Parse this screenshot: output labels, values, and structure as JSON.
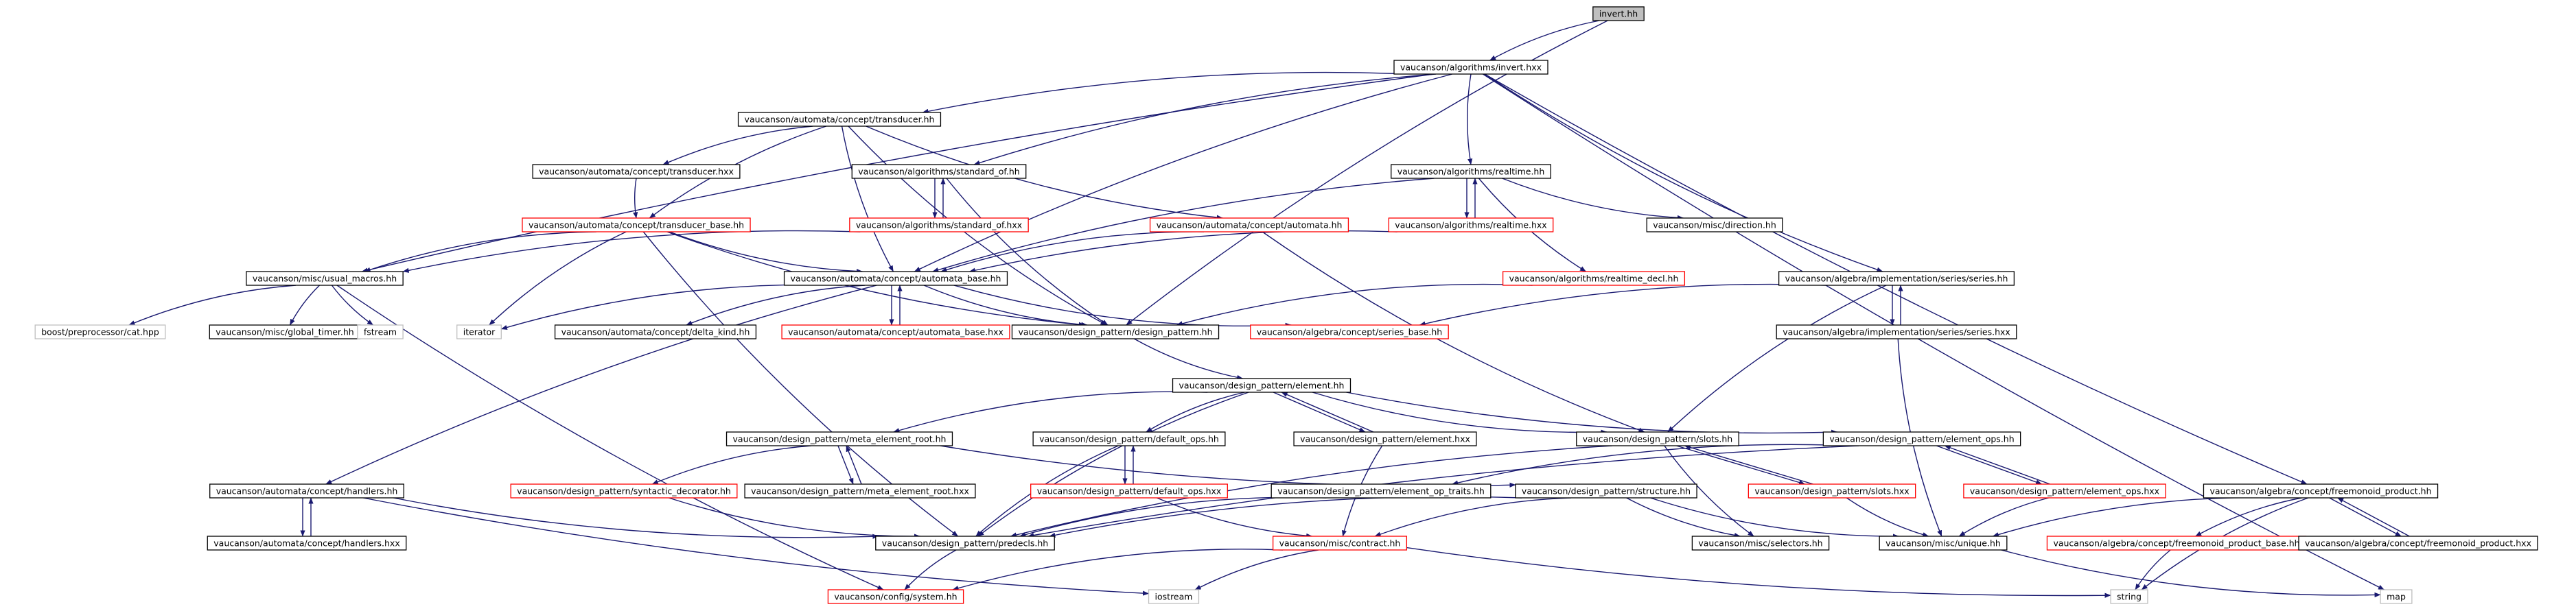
{
  "colors": {
    "edge": "#191970",
    "root_fill": "#bfbfbf",
    "border_normal": "#000000",
    "border_missing": "#ff0000",
    "border_system": "#bfbfbf"
  },
  "nodes": [
    {
      "id": "n_invert_hh",
      "label": "invert.hh",
      "kind": "root"
    },
    {
      "id": "n_alg_invert_hxx",
      "label": "vaucanson/algorithms/invert.hxx",
      "kind": "normal"
    },
    {
      "id": "n_transducer_hh",
      "label": "vaucanson/automata/concept/transducer.hh",
      "kind": "normal"
    },
    {
      "id": "n_transducer_hxx",
      "label": "vaucanson/automata/concept/transducer.hxx",
      "kind": "normal"
    },
    {
      "id": "n_standard_of_hh",
      "label": "vaucanson/algorithms/standard_of.hh",
      "kind": "normal"
    },
    {
      "id": "n_standard_of_hxx",
      "label": "vaucanson/algorithms/standard_of.hxx",
      "kind": "missing"
    },
    {
      "id": "n_transducer_base_hh",
      "label": "vaucanson/automata/concept/transducer_base.hh",
      "kind": "missing"
    },
    {
      "id": "n_automata_hh",
      "label": "vaucanson/automata/concept/automata.hh",
      "kind": "missing"
    },
    {
      "id": "n_realtime_hh",
      "label": "vaucanson/algorithms/realtime.hh",
      "kind": "normal"
    },
    {
      "id": "n_realtime_hxx",
      "label": "vaucanson/algorithms/realtime.hxx",
      "kind": "missing"
    },
    {
      "id": "n_direction_hh",
      "label": "vaucanson/misc/direction.hh",
      "kind": "normal"
    },
    {
      "id": "n_realtime_decl_hh",
      "label": "vaucanson/algorithms/realtime_decl.hh",
      "kind": "missing"
    },
    {
      "id": "n_usual_macros_hh",
      "label": "vaucanson/misc/usual_macros.hh",
      "kind": "normal"
    },
    {
      "id": "n_automata_base_hh",
      "label": "vaucanson/automata/concept/automata_base.hh",
      "kind": "normal"
    },
    {
      "id": "n_series_hh",
      "label": "vaucanson/algebra/implementation/series/series.hh",
      "kind": "normal"
    },
    {
      "id": "n_series_hxx",
      "label": "vaucanson/algebra/implementation/series/series.hxx",
      "kind": "normal"
    },
    {
      "id": "n_boost_cat",
      "label": "boost/preprocessor/cat.hpp",
      "kind": "system"
    },
    {
      "id": "n_global_timer_hh",
      "label": "vaucanson/misc/global_timer.hh",
      "kind": "normal"
    },
    {
      "id": "n_fstream",
      "label": "fstream",
      "kind": "system"
    },
    {
      "id": "n_iterator",
      "label": "iterator",
      "kind": "system"
    },
    {
      "id": "n_delta_kind_hh",
      "label": "vaucanson/automata/concept/delta_kind.hh",
      "kind": "normal"
    },
    {
      "id": "n_automata_base_hxx",
      "label": "vaucanson/automata/concept/automata_base.hxx",
      "kind": "missing"
    },
    {
      "id": "n_design_pattern_hh",
      "label": "vaucanson/design_pattern/design_pattern.hh",
      "kind": "normal"
    },
    {
      "id": "n_series_base_hh",
      "label": "vaucanson/algebra/concept/series_base.hh",
      "kind": "missing"
    },
    {
      "id": "n_element_hh",
      "label": "vaucanson/design_pattern/element.hh",
      "kind": "normal"
    },
    {
      "id": "n_meta_element_root_hh",
      "label": "vaucanson/design_pattern/meta_element_root.hh",
      "kind": "normal"
    },
    {
      "id": "n_default_ops_hh",
      "label": "vaucanson/design_pattern/default_ops.hh",
      "kind": "normal"
    },
    {
      "id": "n_element_hxx",
      "label": "vaucanson/design_pattern/element.hxx",
      "kind": "normal"
    },
    {
      "id": "n_slots_hh",
      "label": "vaucanson/design_pattern/slots.hh",
      "kind": "normal"
    },
    {
      "id": "n_element_ops_hh",
      "label": "vaucanson/design_pattern/element_ops.hh",
      "kind": "normal"
    },
    {
      "id": "n_freemonoid_product_hh",
      "label": "vaucanson/algebra/concept/freemonoid_product.hh",
      "kind": "normal"
    },
    {
      "id": "n_syntactic_decorator_hh",
      "label": "vaucanson/design_pattern/syntactic_decorator.hh",
      "kind": "missing"
    },
    {
      "id": "n_meta_element_root_hxx",
      "label": "vaucanson/design_pattern/meta_element_root.hxx",
      "kind": "normal"
    },
    {
      "id": "n_default_ops_hxx",
      "label": "vaucanson/design_pattern/default_ops.hxx",
      "kind": "missing"
    },
    {
      "id": "n_element_op_traits_hh",
      "label": "vaucanson/design_pattern/element_op_traits.hh",
      "kind": "normal"
    },
    {
      "id": "n_structure_hh",
      "label": "vaucanson/design_pattern/structure.hh",
      "kind": "normal"
    },
    {
      "id": "n_slots_hxx",
      "label": "vaucanson/design_pattern/slots.hxx",
      "kind": "missing"
    },
    {
      "id": "n_element_ops_hxx",
      "label": "vaucanson/design_pattern/element_ops.hxx",
      "kind": "missing"
    },
    {
      "id": "n_handlers_hh",
      "label": "vaucanson/automata/concept/handlers.hh",
      "kind": "normal"
    },
    {
      "id": "n_handlers_hxx",
      "label": "vaucanson/automata/concept/handlers.hxx",
      "kind": "normal"
    },
    {
      "id": "n_predecls_hh",
      "label": "vaucanson/design_pattern/predecls.hh",
      "kind": "normal"
    },
    {
      "id": "n_contract_hh",
      "label": "vaucanson/misc/contract.hh",
      "kind": "missing"
    },
    {
      "id": "n_selectors_hh",
      "label": "vaucanson/misc/selectors.hh",
      "kind": "normal"
    },
    {
      "id": "n_unique_hh",
      "label": "vaucanson/misc/unique.hh",
      "kind": "normal"
    },
    {
      "id": "n_freemonoid_product_base_hh",
      "label": "vaucanson/algebra/concept/freemonoid_product_base.hh",
      "kind": "missing"
    },
    {
      "id": "n_freemonoid_product_hxx",
      "label": "vaucanson/algebra/concept/freemonoid_product.hxx",
      "kind": "normal"
    },
    {
      "id": "n_system_hh",
      "label": "vaucanson/config/system.hh",
      "kind": "missing"
    },
    {
      "id": "n_iostream",
      "label": "iostream",
      "kind": "system"
    },
    {
      "id": "n_string",
      "label": "string",
      "kind": "system"
    },
    {
      "id": "n_map",
      "label": "map",
      "kind": "system"
    }
  ],
  "edges": [
    [
      "n_invert_hh",
      "n_alg_invert_hxx"
    ],
    [
      "n_invert_hh",
      "n_design_pattern_hh"
    ],
    [
      "n_alg_invert_hxx",
      "n_transducer_hh"
    ],
    [
      "n_alg_invert_hxx",
      "n_standard_of_hh"
    ],
    [
      "n_alg_invert_hxx",
      "n_realtime_hh"
    ],
    [
      "n_alg_invert_hxx",
      "n_usual_macros_hh"
    ],
    [
      "n_alg_invert_hxx",
      "n_automata_base_hh"
    ],
    [
      "n_alg_invert_hxx",
      "n_series_hh"
    ],
    [
      "n_alg_invert_hxx",
      "n_freemonoid_product_hh"
    ],
    [
      "n_alg_invert_hxx",
      "n_map"
    ],
    [
      "n_transducer_hh",
      "n_transducer_hxx"
    ],
    [
      "n_transducer_hh",
      "n_transducer_base_hh"
    ],
    [
      "n_transducer_hh",
      "n_automata_hh"
    ],
    [
      "n_transducer_hh",
      "n_automata_base_hh"
    ],
    [
      "n_transducer_hh",
      "n_design_pattern_hh"
    ],
    [
      "n_transducer_hxx",
      "n_transducer_base_hh"
    ],
    [
      "n_standard_of_hh",
      "n_standard_of_hxx"
    ],
    [
      "n_standard_of_hh",
      "n_design_pattern_hh"
    ],
    [
      "n_standard_of_hxx",
      "n_standard_of_hh"
    ],
    [
      "n_standard_of_hxx",
      "n_usual_macros_hh"
    ],
    [
      "n_transducer_base_hh",
      "n_usual_macros_hh"
    ],
    [
      "n_transducer_base_hh",
      "n_automata_base_hh"
    ],
    [
      "n_transducer_base_hh",
      "n_iterator"
    ],
    [
      "n_transducer_base_hh",
      "n_design_pattern_hh"
    ],
    [
      "n_transducer_base_hh",
      "n_predecls_hh"
    ],
    [
      "n_automata_hh",
      "n_automata_base_hh"
    ],
    [
      "n_automata_hh",
      "n_slots_hh"
    ],
    [
      "n_realtime_hh",
      "n_realtime_hxx"
    ],
    [
      "n_realtime_hh",
      "n_direction_hh"
    ],
    [
      "n_realtime_hh",
      "n_realtime_decl_hh"
    ],
    [
      "n_realtime_hh",
      "n_automata_base_hh"
    ],
    [
      "n_realtime_hxx",
      "n_realtime_hh"
    ],
    [
      "n_realtime_hxx",
      "n_automata_base_hh"
    ],
    [
      "n_realtime_decl_hh",
      "n_design_pattern_hh"
    ],
    [
      "n_usual_macros_hh",
      "n_boost_cat"
    ],
    [
      "n_usual_macros_hh",
      "n_global_timer_hh"
    ],
    [
      "n_usual_macros_hh",
      "n_fstream"
    ],
    [
      "n_usual_macros_hh",
      "n_system_hh"
    ],
    [
      "n_automata_base_hh",
      "n_iterator"
    ],
    [
      "n_automata_base_hh",
      "n_delta_kind_hh"
    ],
    [
      "n_automata_base_hh",
      "n_automata_base_hxx"
    ],
    [
      "n_automata_base_hh",
      "n_design_pattern_hh"
    ],
    [
      "n_automata_base_hh",
      "n_series_base_hh"
    ],
    [
      "n_automata_base_hh",
      "n_handlers_hh"
    ],
    [
      "n_automata_base_hxx",
      "n_automata_base_hh"
    ],
    [
      "n_series_hh",
      "n_series_hxx"
    ],
    [
      "n_series_hh",
      "n_series_base_hh"
    ],
    [
      "n_series_hh",
      "n_slots_hh"
    ],
    [
      "n_series_hxx",
      "n_series_hh"
    ],
    [
      "n_series_hxx",
      "n_unique_hh"
    ],
    [
      "n_design_pattern_hh",
      "n_element_hh"
    ],
    [
      "n_element_hh",
      "n_meta_element_root_hh"
    ],
    [
      "n_element_hh",
      "n_default_ops_hh"
    ],
    [
      "n_element_hh",
      "n_element_hxx"
    ],
    [
      "n_element_hh",
      "n_slots_hh"
    ],
    [
      "n_element_hh",
      "n_element_ops_hh"
    ],
    [
      "n_element_hh",
      "n_predecls_hh"
    ],
    [
      "n_element_hxx",
      "n_element_hh"
    ],
    [
      "n_element_hxx",
      "n_contract_hh"
    ],
    [
      "n_meta_element_root_hh",
      "n_syntactic_decorator_hh"
    ],
    [
      "n_meta_element_root_hh",
      "n_meta_element_root_hxx"
    ],
    [
      "n_meta_element_root_hh",
      "n_structure_hh"
    ],
    [
      "n_meta_element_root_hxx",
      "n_meta_element_root_hh"
    ],
    [
      "n_syntactic_decorator_hh",
      "n_predecls_hh"
    ],
    [
      "n_default_ops_hh",
      "n_default_ops_hxx"
    ],
    [
      "n_default_ops_hh",
      "n_predecls_hh"
    ],
    [
      "n_default_ops_hxx",
      "n_default_ops_hh"
    ],
    [
      "n_default_ops_hxx",
      "n_contract_hh"
    ],
    [
      "n_slots_hh",
      "n_slots_hxx"
    ],
    [
      "n_slots_hh",
      "n_selectors_hh"
    ],
    [
      "n_slots_hh",
      "n_predecls_hh"
    ],
    [
      "n_slots_hxx",
      "n_slots_hh"
    ],
    [
      "n_slots_hxx",
      "n_unique_hh"
    ],
    [
      "n_element_ops_hh",
      "n_element_ops_hxx"
    ],
    [
      "n_element_ops_hh",
      "n_element_op_traits_hh"
    ],
    [
      "n_element_ops_hh",
      "n_predecls_hh"
    ],
    [
      "n_element_ops_hxx",
      "n_element_ops_hh"
    ],
    [
      "n_element_ops_hxx",
      "n_unique_hh"
    ],
    [
      "n_element_op_traits_hh",
      "n_predecls_hh"
    ],
    [
      "n_structure_hh",
      "n_predecls_hh"
    ],
    [
      "n_structure_hh",
      "n_contract_hh"
    ],
    [
      "n_structure_hh",
      "n_selectors_hh"
    ],
    [
      "n_structure_hh",
      "n_unique_hh"
    ],
    [
      "n_handlers_hh",
      "n_handlers_hxx"
    ],
    [
      "n_handlers_hh",
      "n_predecls_hh"
    ],
    [
      "n_handlers_hh",
      "n_iostream"
    ],
    [
      "n_handlers_hxx",
      "n_handlers_hh"
    ],
    [
      "n_predecls_hh",
      "n_system_hh"
    ],
    [
      "n_contract_hh",
      "n_system_hh"
    ],
    [
      "n_contract_hh",
      "n_iostream"
    ],
    [
      "n_contract_hh",
      "n_string"
    ],
    [
      "n_freemonoid_product_hh",
      "n_freemonoid_product_base_hh"
    ],
    [
      "n_freemonoid_product_hh",
      "n_freemonoid_product_hxx"
    ],
    [
      "n_freemonoid_product_hh",
      "n_unique_hh"
    ],
    [
      "n_freemonoid_product_hh",
      "n_string"
    ],
    [
      "n_freemonoid_product_hxx",
      "n_freemonoid_product_hh"
    ],
    [
      "n_freemonoid_product_base_hh",
      "n_string"
    ],
    [
      "n_unique_hh",
      "n_map"
    ]
  ]
}
